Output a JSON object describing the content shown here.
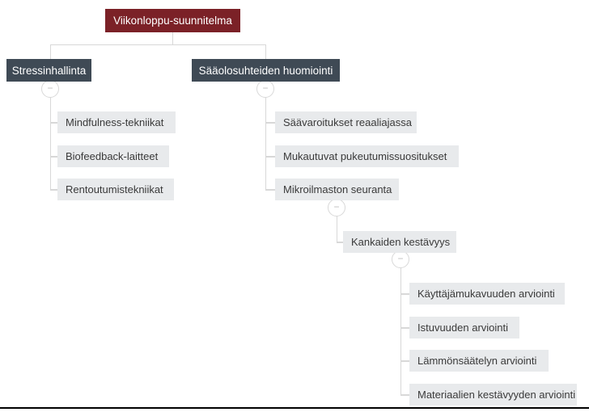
{
  "ui": {
    "collapse_glyph": "−"
  },
  "colors": {
    "canvas_bg": "#FFFFFF",
    "root_bg": "#7B2127",
    "root_text": "#FFFFFF",
    "branch_bg": "#3F4A55",
    "branch_text": "#FFFFFF",
    "leaf_bg": "#E8EAEC",
    "leaf_text": "#3A3A3A",
    "connector_line": "#D8D8D8",
    "collapse_border": "#D8D8D8",
    "collapse_glyph_color": "#BDBDBD",
    "bottom_edge": "#000000"
  },
  "tree": {
    "label": "Viikonloppu-suunnitelma",
    "children": [
      {
        "label": "Stressinhallinta",
        "collapse_state": "expanded",
        "children": [
          {
            "label": "Mindfulness-tekniikat"
          },
          {
            "label": "Biofeedback-laitteet"
          },
          {
            "label": "Rentoutumistekniikat"
          }
        ]
      },
      {
        "label": "Sääolosuhteiden huomiointi",
        "collapse_state": "expanded",
        "children": [
          {
            "label": "Säävaroitukset reaaliajassa"
          },
          {
            "label": "Mukautuvat pukeutumissuositukset"
          },
          {
            "label": "Mikroilmaston seuranta",
            "collapse_state": "expanded",
            "children": [
              {
                "label": "Kankaiden kestävyys",
                "collapse_state": "expanded",
                "children": [
                  {
                    "label": "Käyttäjämukavuuden arviointi"
                  },
                  {
                    "label": "Istuvuuden arviointi"
                  },
                  {
                    "label": "Lämmönsäätelyn arviointi"
                  },
                  {
                    "label": "Materiaalien kestävyyden arviointi"
                  }
                ]
              }
            ]
          }
        ]
      }
    ]
  }
}
